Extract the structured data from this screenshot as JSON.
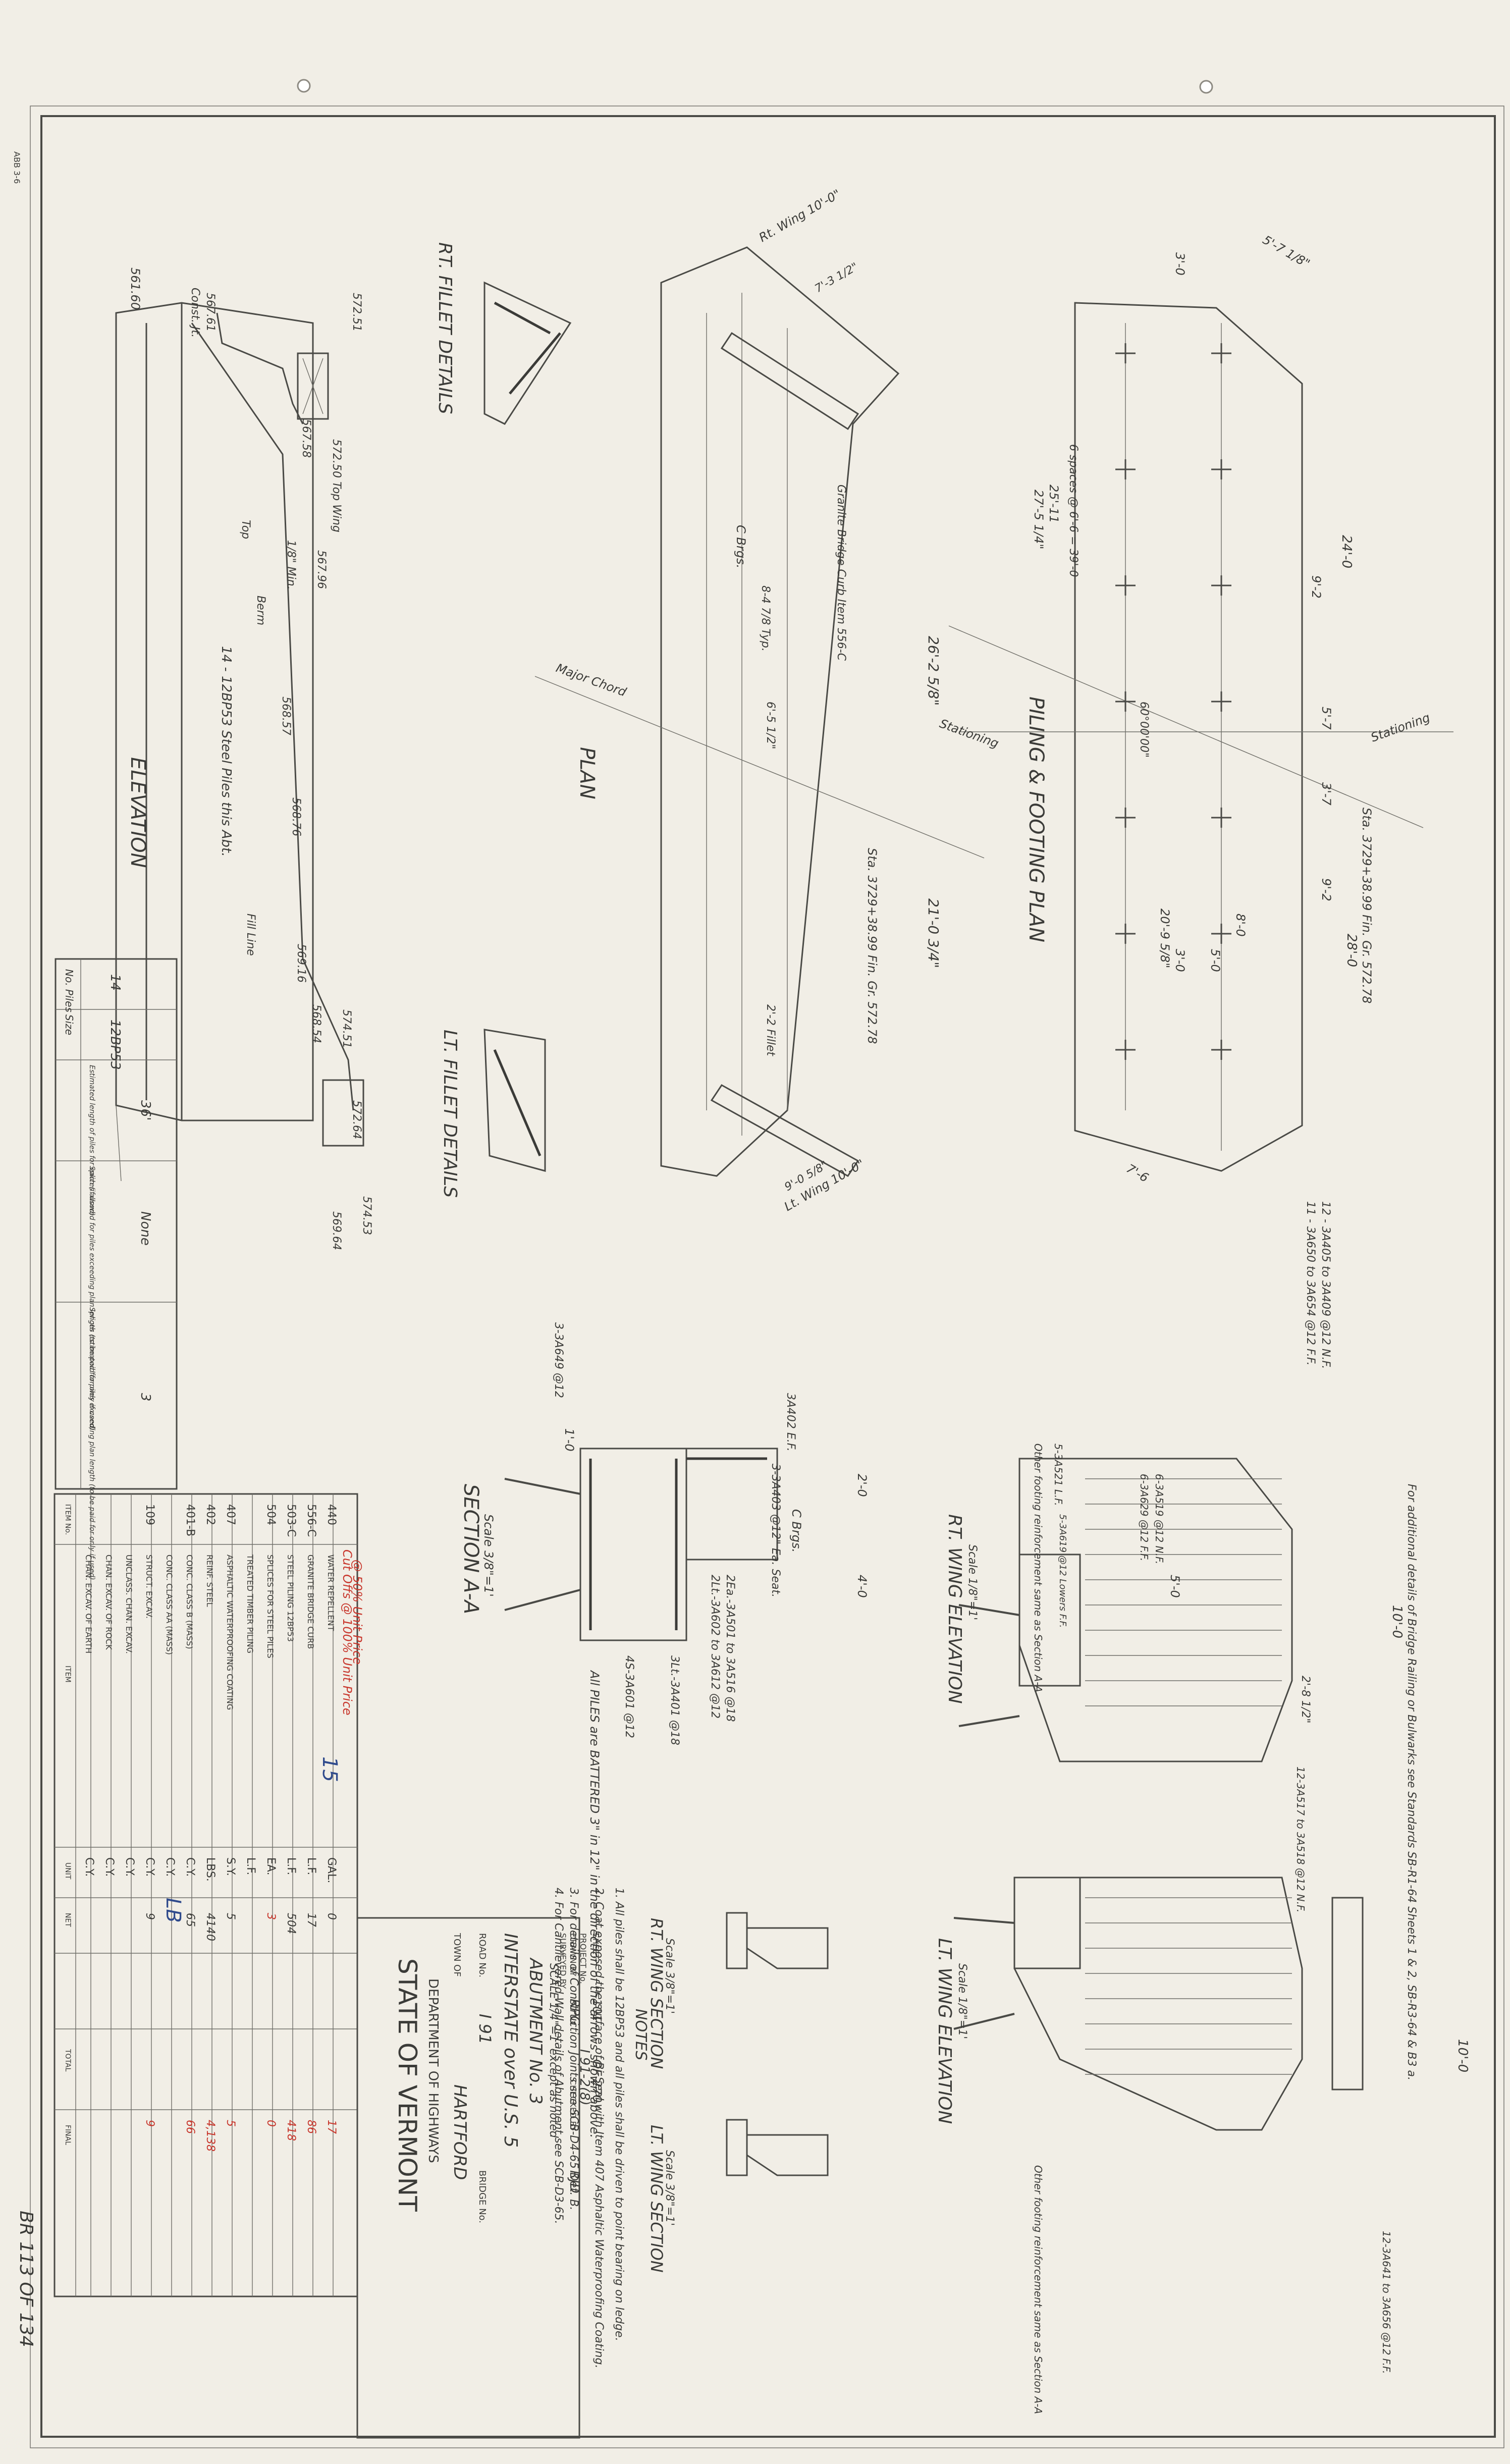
{
  "corner_mark": "ABB 3-6",
  "state": "STATE OF VERMONT",
  "department": "DEPARTMENT OF HIGHWAYS",
  "title_block": {
    "town_label": "TOWN OF",
    "town": "HARTFORD",
    "road_label": "ROAD No.",
    "road": "I 91",
    "bridge_label": "BRIDGE No.",
    "project_name": "INTERSTATE over U.S. 5",
    "sheet_title": "ABUTMENT No. 3",
    "scale": "SCALE 1/4\"=1' except as noted",
    "surveyed_label": "SURVEYED BY",
    "drawn_label": "DRAWN BY",
    "drawn_by": "RPG",
    "checked_label": "CHECKED BY",
    "checked_by": "RJD",
    "project_label": "PROJECT No.",
    "project_no": "I 91-2(8)",
    "sheet_label": "SHEET",
    "sheet_no": "101",
    "sheet_of": "OF 270"
  },
  "stamp": "BR 113 OF 134",
  "views": {
    "elevation": "ELEVATION",
    "plan": "PLAN",
    "rt_fillet": "RT. FILLET DETAILS",
    "lt_fillet": "LT. FILLET DETAILS",
    "piling": "PILING & FOOTING PLAN",
    "section_aa": "SECTION A-A",
    "section_aa_scale": "Scale 3/8\"=1'",
    "rt_wing_elev": "RT. WING ELEVATION",
    "lt_wing_elev": "LT. WING ELEVATION",
    "wing_scale": "Scale 1/8\"=1'",
    "rt_wing_section": "RT. WING SECTION",
    "lt_wing_section": "LT. WING SECTION",
    "section_scale": "Scale 3/8\"=1'"
  },
  "elevation_notes": {
    "piles": "14 - 12BP53 Steel Piles this Abt.",
    "e1": "561.60",
    "e2": "572.51",
    "e3": "567.61",
    "e4": "567.58",
    "e5": "567.96",
    "e6": "568.57",
    "e7": "568.76",
    "e8": "569.16",
    "e9": "568.54",
    "e10": "574.51",
    "e11": "572.64",
    "e12": "569.64",
    "e13": "574.53",
    "berm": "Berm",
    "fill": "Fill Line",
    "constr": "Const. Jt.",
    "top_wing": "572.50 Top Wing",
    "min": "1/8\" Min.",
    "top": "Top"
  },
  "plan_notes": {
    "rt_wing": "Rt. Wing 10'-0\"",
    "lt_wing": "Lt. Wing 10'-0\"",
    "curb": "Granite Bridge Curb Item 556-C",
    "major_chord": "Major Chord",
    "cl_brgs": "C Brgs.",
    "sta": "Sta. 3729+38.99 Fin. Gr. 572.78",
    "len1": "26'-2 5/8\"",
    "len2": "21'-0 3/4\"",
    "fillet": "2'-2 Fillet",
    "dim1": "7'-3 1/2\"",
    "dim2": "9'-0 5/8\"",
    "dim3": "6'-5 1/2\"",
    "dim4": "8-4 7/8 Typ."
  },
  "piling_notes": {
    "d1": "3'-0",
    "d2": "5'-7 1/8\"",
    "d3": "24'-0",
    "d4": "9'-2",
    "d5": "5'-7",
    "d6": "3'-7",
    "d7": "9'-2",
    "d8": "8'-0",
    "d9": "28'-0",
    "d10": "3'-0",
    "d11": "5'-0",
    "d12": "7'-6",
    "spaces": "6 spaces @ 6'-6 = 39'-0",
    "d13": "25'-11",
    "d14": "27'-5 1/4\"",
    "d15": "20'-9 5/8\"",
    "angle": "60°00'00\"",
    "stationing": "Stationing",
    "bars1": "11 - 3A650 to 3A654 @12 F.F.",
    "bars2": "12 - 3A405 to 3A409 @12 N.F.",
    "sta": "Sta. 3729+38.99 Fin. Gr. 572.78"
  },
  "section_notes": {
    "cl": "C Brgs.",
    "b1": "3-3A403 @12\" Ea. Seat.",
    "b2": "2Ea.-3A501 to 3A516 @18",
    "b3": "2Lt.-3A602 to 3A612 @12",
    "b4": "3Lt.-3A401 @18",
    "b5": "4S-3A601 @12",
    "b6": "3-3A649 @12",
    "b7": "3A402 E.F.",
    "piles": "All PILES are BATTERED 3\" in 12\" in the direction of the arrows shown above.",
    "d1": "2'-0",
    "d2": "4'-0",
    "d3": "1'-0"
  },
  "wing_notes": {
    "reinf": "Other footing reinforcement same as Section A-A",
    "d1": "10'-0",
    "d2": "5'-0",
    "d3": "2'-8 1/2\"",
    "b1": "6-3A629 @12 F.F.",
    "b2": "6-3A519 @12 N.F.",
    "b3": "5-3A619 @12 Lowers F.F.",
    "b4": "12-3A517 to 3A518 @12 N.F.",
    "b5": "5-3A521 L.F.",
    "b6": "12-3A641 to 3A656 @12 F.F.",
    "std": "For additional details of Bridge Railing or Bulwarks see Standards SB-R1-64 Sheets 1 & 2, SB-R3-64 & B3 a."
  },
  "notes_header": "NOTES",
  "notes": [
    "1. All piles shall be 12BP53 and all piles shall be driven to point bearing on ledge.",
    "2. Coat exposed the surface of Bi-Seal with Item 407 Asphaltic Waterproofing Coating.",
    "3. For details of Construction Joints see SCB-D4-65 Det. B.",
    "4. For Cantilevered Wall details of Abutment see SCB-D3-65."
  ],
  "pile_table": {
    "headers": [
      "No. Piles",
      "Size",
      "Estimated length of piles for each (if used)",
      "Splices allowed for piles exceeding plan length (to be paid for only if used)",
      "Splices estimated for piles exceeding plan length (to be paid for only if used)"
    ],
    "row": [
      "14",
      "12BP53",
      "36'",
      "None",
      "3"
    ]
  },
  "quantities": {
    "headers": [
      "ITEM No.",
      "ITEM",
      "UNIT",
      "NET",
      "TOTAL",
      "FINAL"
    ],
    "rows": [
      {
        "no": "",
        "item": "CHAN. EXCAV. OF EARTH",
        "unit": "C.Y.",
        "net": "",
        "final": ""
      },
      {
        "no": "",
        "item": "CHAN. EXCAV. OF ROCK",
        "unit": "C.Y.",
        "net": "",
        "final": ""
      },
      {
        "no": "",
        "item": "UNCLASS. CHAN. EXCAV.",
        "unit": "C.Y.",
        "net": "",
        "final": ""
      },
      {
        "no": "109",
        "item": "STRUCT. EXCAV.",
        "unit": "C.Y.",
        "net": "9",
        "final": "9"
      },
      {
        "no": "",
        "item": "CONC. CLASS AA (MASS)",
        "unit": "C.Y.",
        "net": "",
        "final": ""
      },
      {
        "no": "401-B",
        "item": "CONC. CLASS B (MASS)",
        "unit": "C.Y.",
        "net": "65",
        "final": "66"
      },
      {
        "no": "402",
        "item": "REINF. STEEL",
        "unit": "LBS.",
        "net": "4140",
        "final": "4,138"
      },
      {
        "no": "407",
        "item": "ASPHALTIC WATERPROOFING COATING",
        "unit": "S.Y.",
        "net": "5",
        "final": "5"
      },
      {
        "no": "",
        "item": "TREATED TIMBER PILING",
        "unit": "L.F.",
        "net": "",
        "final": ""
      },
      {
        "no": "504",
        "item": "SPLICES FOR STEEL PILES",
        "unit": "EA.",
        "net": "3",
        "final": "0"
      },
      {
        "no": "503-C",
        "item": "STEEL PILING 12BP53",
        "unit": "L.F.",
        "net": "504",
        "final": "418"
      },
      {
        "no": "556-C",
        "item": "GRANITE BRIDGE CURB",
        "unit": "L.F.",
        "net": "17",
        "final": "86"
      },
      {
        "no": "440",
        "item": "WATER REPELLENT",
        "unit": "GAL.",
        "net": "0",
        "final": "17"
      }
    ],
    "red_note_1": "Cut Offs @ 100% Unit Price",
    "red_note_2": "@ 50% Unit Price",
    "red_num": "15",
    "blue_mark": "LB"
  },
  "colors": {
    "paper": "#f1eee6",
    "ink": "#3b3b38",
    "red": "#c8362c",
    "blue": "#2f4a8c",
    "grid": "#a8b4bd"
  }
}
